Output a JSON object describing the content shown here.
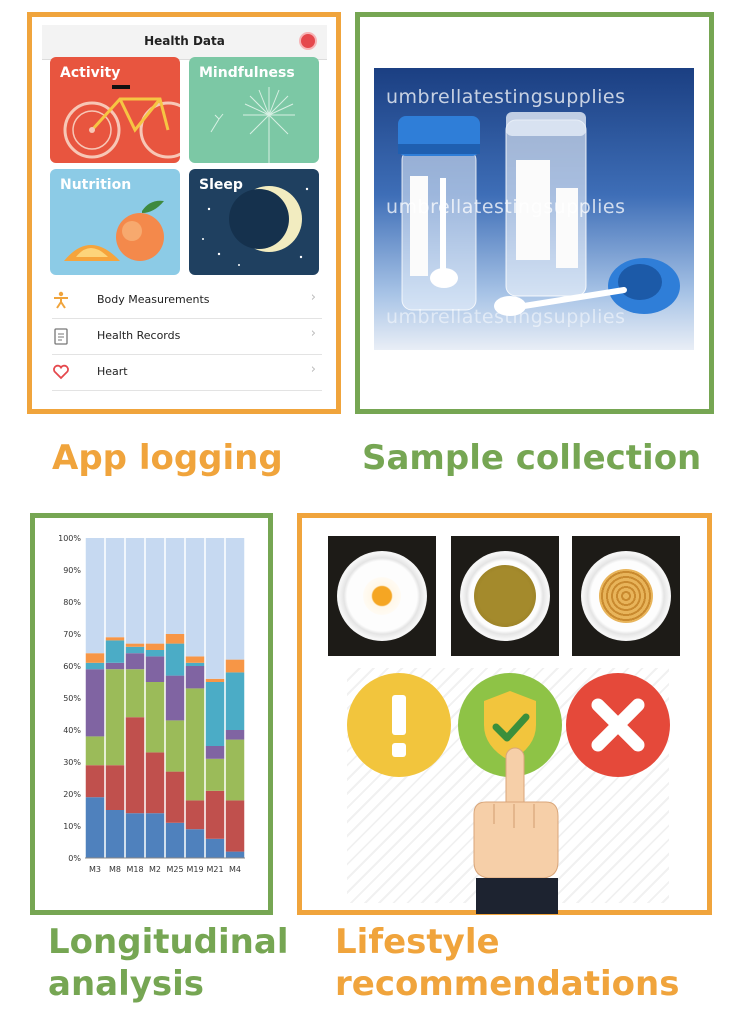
{
  "app": {
    "title": "Health Data",
    "tiles": [
      "Activity",
      "Mindfulness",
      "Nutrition",
      "Sleep"
    ],
    "rows": [
      "Body Measurements",
      "Health Records",
      "Heart"
    ],
    "chevron": "›"
  },
  "sample": {
    "watermark": "umbrellatestingsupplies"
  },
  "captions": {
    "app_logging": "App logging",
    "sample_collection": "Sample collection",
    "longitudinal_1": "Longitudinal",
    "longitudinal_2": "analysis",
    "lifestyle_1": "Lifestyle",
    "lifestyle_2": "recommendations"
  },
  "colors": {
    "orange": "#f0a43c",
    "green": "#76a653"
  },
  "chart_data": {
    "type": "bar",
    "stacked": true,
    "categories": [
      "M3",
      "M8",
      "M18",
      "M2",
      "M25",
      "M19",
      "M21",
      "M4"
    ],
    "ylim": [
      0,
      100
    ],
    "yticks": [
      "0%",
      "10%",
      "20%",
      "30%",
      "40%",
      "50%",
      "60%",
      "70%",
      "80%",
      "90%",
      "100%"
    ],
    "series": [
      {
        "color": "#4f81bd",
        "values": [
          19,
          15,
          14,
          14,
          11,
          9,
          6,
          2
        ]
      },
      {
        "color": "#c0504d",
        "values": [
          10,
          14,
          30,
          19,
          16,
          9,
          15,
          16
        ]
      },
      {
        "color": "#9bbb59",
        "values": [
          9,
          30,
          15,
          22,
          16,
          35,
          10,
          19
        ]
      },
      {
        "color": "#8064a2",
        "values": [
          21,
          2,
          5,
          8,
          14,
          7,
          4,
          3
        ]
      },
      {
        "color": "#4bacc6",
        "values": [
          2,
          7,
          2,
          2,
          10,
          1,
          20,
          18
        ]
      },
      {
        "color": "#f79646",
        "values": [
          3,
          1,
          1,
          2,
          3,
          2,
          1,
          4
        ]
      },
      {
        "color": "#c6d9f1",
        "values": [
          36,
          31,
          33,
          33,
          30,
          37,
          44,
          38
        ]
      }
    ]
  }
}
